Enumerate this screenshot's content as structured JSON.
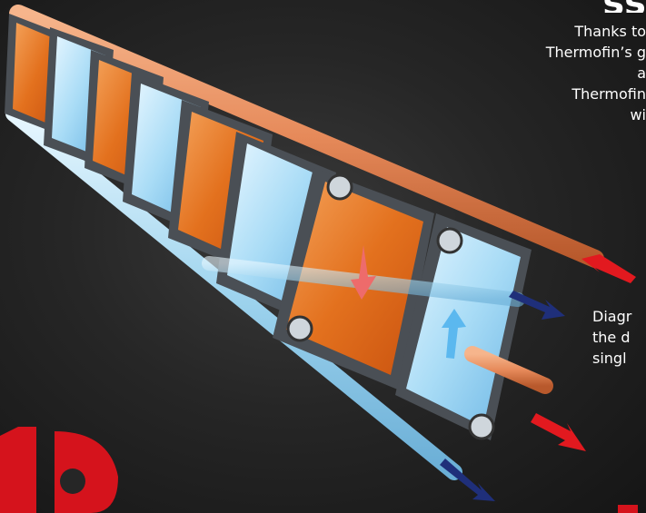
{
  "intro_text": {
    "lines": [
      "Thanks to",
      "Thermofin’s g",
      "a",
      "Thermofin",
      "wi"
    ]
  },
  "caption_text": {
    "lines": [
      "Diagr",
      "the d",
      "singl"
    ]
  },
  "title_fragment": "ss",
  "colors": {
    "hot_plate": "#e3711e",
    "cold_plate": "#8fd0f2",
    "frame": "#4a4f55",
    "hot_pipe": "#e68a5a",
    "cold_pipe": "#9fd4ee",
    "arrow_red": "#e2191f",
    "arrow_navy": "#1f2f7a",
    "logo_red": "#d5131c"
  },
  "icons": [
    "hot-flow-arrow-icon",
    "cold-flow-arrow-icon",
    "brand-logo-icon"
  ]
}
